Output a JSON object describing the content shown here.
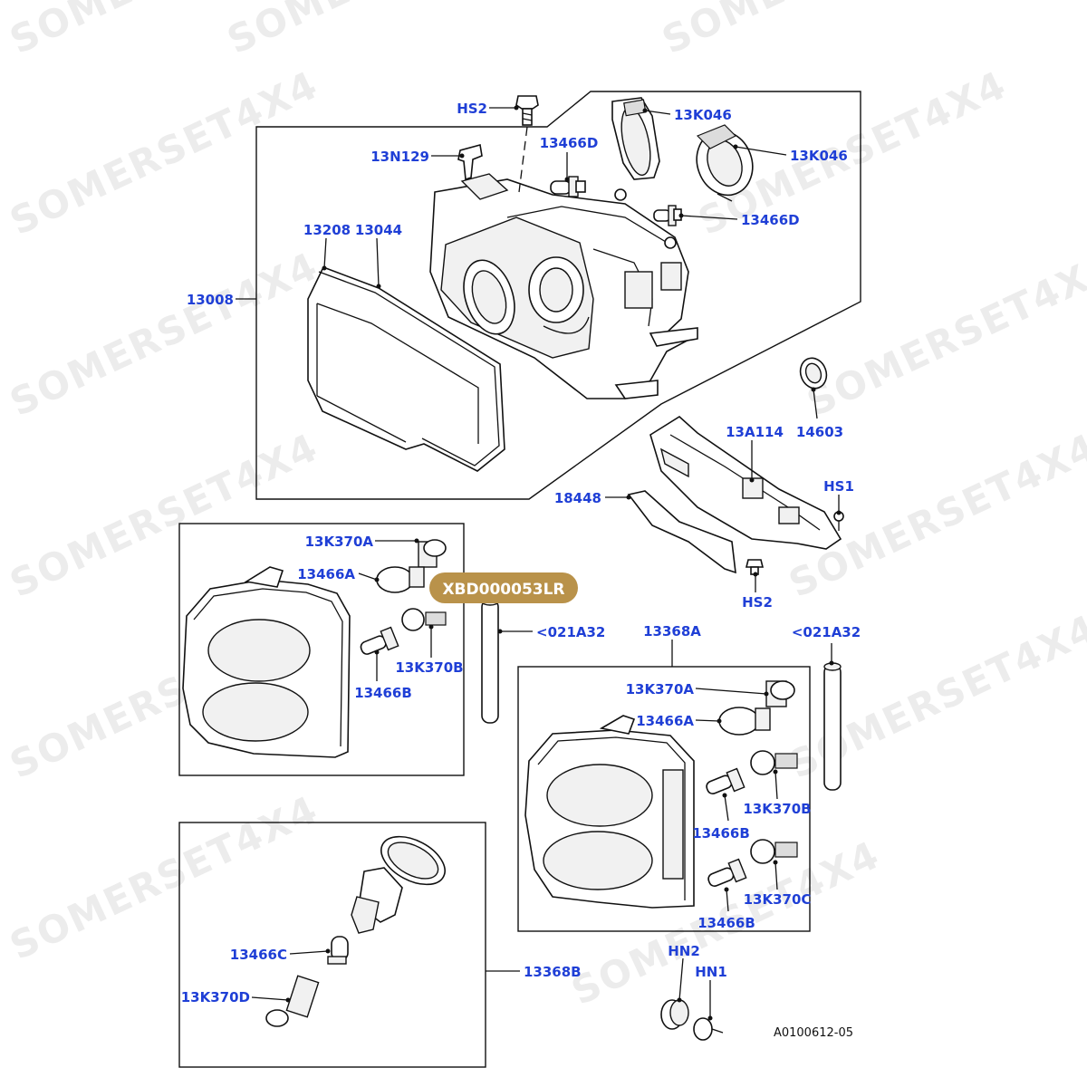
{
  "watermark": "SOMERSET4X4",
  "badge": {
    "text": "XBD000053LR",
    "color": "#b9924a"
  },
  "label_color": "#1f3fd6",
  "reference": "A0100612-05",
  "labels": {
    "hs2_top": "HS2",
    "k046_a": "13K046",
    "k046_b": "13K046",
    "n129": "13N129",
    "d466_a": "13466D",
    "d466_b": "13466D",
    "p13208": "13208",
    "p13044": "13044",
    "p13008": "13008",
    "a114": "13A114",
    "p14603": "14603",
    "hs1": "HS1",
    "p18448": "18448",
    "hs2_bottom": "HS2",
    "k370a_left": "13K370A",
    "a466_left": "13466A",
    "k370b_left": "13K370B",
    "b466_left": "13466B",
    "a32_left": "<021A32",
    "p13368a": "13368A",
    "a32_right": "<021A32",
    "k370a_right": "13K370A",
    "a466_right": "13466A",
    "k370b_right": "13K370B",
    "b466_right_1": "13466B",
    "k370c": "13K370C",
    "b466_right_2": "13466B",
    "c466": "13466C",
    "k370d": "13K370D",
    "p13368b": "13368B",
    "hn2": "HN2",
    "hn1": "HN1"
  }
}
